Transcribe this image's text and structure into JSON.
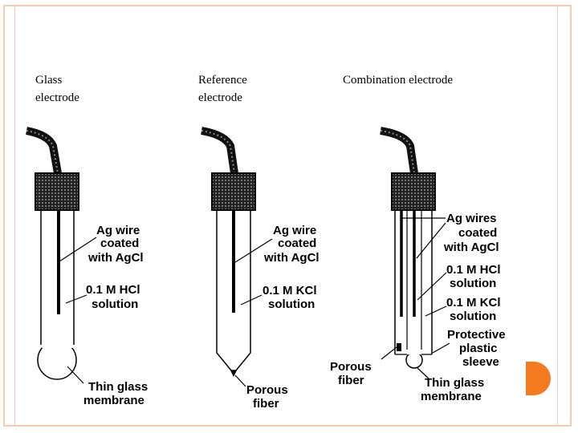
{
  "headings": {
    "glass": "Glass\nelectrode",
    "reference": "Reference\nelectrode",
    "combination": "Combination electrode"
  },
  "glass_labels": {
    "wire_1": "Ag wire",
    "wire_2": "coated",
    "wire_3": "with AgCl",
    "sol_1": "0.1 M HCl",
    "sol_2": "solution",
    "mem_1": "Thin glass",
    "mem_2": "membrane"
  },
  "reference_labels": {
    "wire_1": "Ag wire",
    "wire_2": "coated",
    "wire_3": "with AgCl",
    "sol_1": "0.1 M KCl",
    "sol_2": "solution",
    "fib_1": "Porous",
    "fib_2": "fiber"
  },
  "combination_labels": {
    "wire_1": "Ag wires",
    "wire_2": "coated",
    "wire_3": "with AgCl",
    "hcl_1": "0.1 M HCl",
    "hcl_2": "solution",
    "kcl_1": "0.1 M KCl",
    "kcl_2": "solution",
    "sleeve_1": "Protective",
    "sleeve_2": "plastic",
    "sleeve_3": "sleeve",
    "fib_1": "Porous",
    "fib_2": "fiber",
    "mem_1": "Thin glass",
    "mem_2": "membrane"
  },
  "colors": {
    "frame": "#f6c9b1",
    "accent": "#f47a1f",
    "ink": "#000000"
  }
}
